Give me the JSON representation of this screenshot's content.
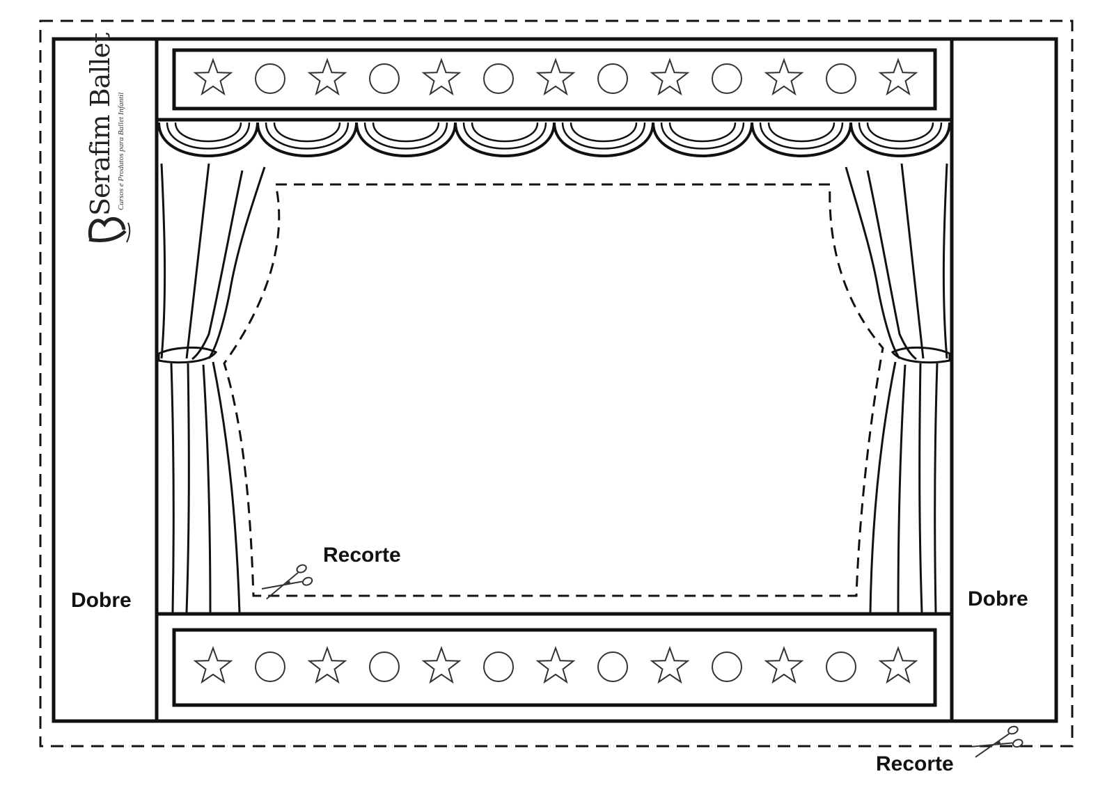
{
  "labels": {
    "fold_left": "Dobre",
    "fold_right": "Dobre",
    "cut_inner": "Recorte",
    "cut_outer": "Recorte"
  },
  "brand": {
    "name": "Serafim Ballet",
    "tagline": "Cursos e Produtos para Ballet Infantil"
  },
  "decor": {
    "top_band": [
      "star",
      "circle",
      "star",
      "circle",
      "star",
      "circle",
      "star",
      "circle",
      "star",
      "circle",
      "star",
      "circle",
      "star"
    ],
    "bottom_band": [
      "star",
      "circle",
      "star",
      "circle",
      "star",
      "circle",
      "star",
      "circle",
      "star",
      "circle",
      "star",
      "circle",
      "star"
    ],
    "valance_scallops": 8,
    "icons": [
      "scissors-icon",
      "star-icon",
      "circle-icon",
      "curtain-icon",
      "brand-logo-icon"
    ],
    "line_color": "#111111",
    "paper_color": "#ffffff"
  }
}
